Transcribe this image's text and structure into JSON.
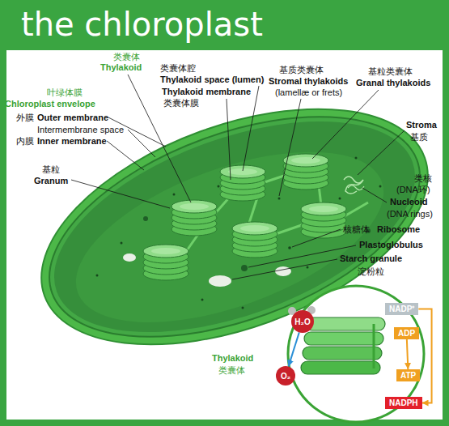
{
  "diagram": {
    "title": "the chloroplast",
    "nodes": [
      {
        "text": [
          "H₂O"
        ]
      },
      {
        "text": [
          "O₂"
        ]
      },
      {
        "text": [
          "NADP⁺"
        ]
      },
      {
        "text": [
          "ADP"
        ]
      },
      {
        "text": [
          "ATP"
        ]
      },
      {
        "text": [
          "NADPH"
        ]
      }
    ],
    "edges": [
      {
        "from": 0,
        "to": 1,
        "arrow": "to"
      },
      {
        "from": 3,
        "to": 4,
        "arrow": "to"
      },
      {
        "from": 2,
        "to": 5,
        "arrow": "to"
      }
    ],
    "labels": [
      "类囊体",
      "Thylakoid",
      "叶绿体膜",
      "Chloroplast envelope",
      "外膜",
      "Outer membrane",
      "Intermembrane space",
      "内膜",
      "Inner membrane",
      "类囊体腔",
      "Thylakoid space (lumen)",
      "Thylakoid membrane",
      "类囊体膜",
      "基质类囊体",
      "Stromal thylakoids",
      "(lamellæ or frets)",
      "基粒类囊体",
      "Granal thylakoids",
      "Stroma",
      "基质",
      "基粒",
      "Granum",
      "类核",
      "(DNA环)",
      "Nucleoid",
      "(DNA rings)",
      "核糖体",
      "Ribosome",
      "Plastoglobulus",
      "Starch granule",
      "淀粉粒",
      "Thylakoid",
      "类囊体"
    ]
  }
}
